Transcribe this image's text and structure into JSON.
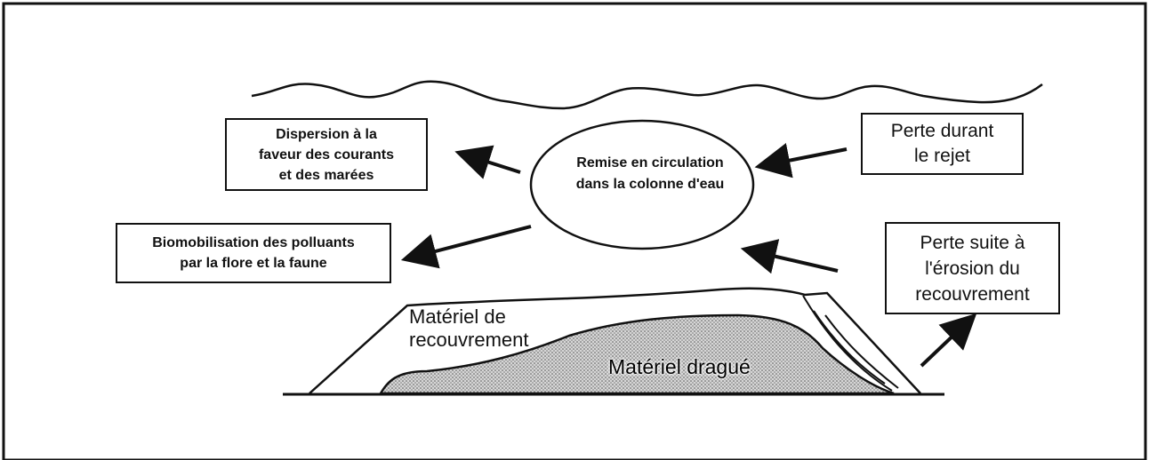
{
  "diagram": {
    "boxes": {
      "dispersion": "Dispersion à la\nfaveur des courants\net des marées",
      "biomobilisation": "Biomobilisation des polluants\npar la flore et la faune",
      "perte_rejet": "Perte durant\nle rejet",
      "perte_erosion": "Perte suite à\nl'érosion du\nrecouvrement"
    },
    "center_ellipse": "Remise en circulation\ndans la colonne d'eau",
    "layers": {
      "recouvrement": "Matériel de\nrecouvrement",
      "drague": "Matériel dragué"
    }
  }
}
